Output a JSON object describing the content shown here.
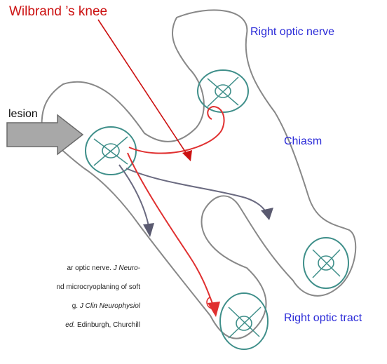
{
  "labels": {
    "wilbrand": "Wilbrand ’s knee",
    "right_optic_nerve": "Right optic nerve",
    "chiasm": "Chiasm",
    "right_optic_tract": "Right optic tract",
    "lesion": "lesion"
  },
  "references": [
    {
      "pre": "ar optic nerve. ",
      "em": "J Neuro-",
      "post": ""
    },
    {
      "pre": "nd microcryoplaning of soft",
      "em": "",
      "post": ""
    },
    {
      "pre": "g. ",
      "em": "J Clin Neurophysiol",
      "post": ""
    },
    {
      "pre": "",
      "em": "ed.",
      "post": " Edinburgh, Churchill"
    }
  ],
  "colors": {
    "title_red": "#cc1111",
    "label_blue": "#2b2bd8",
    "outline": "#888888",
    "fiber_red": "#e03030",
    "fiber_dark": "#6a6a80",
    "nerve_section": "#3f8f8a",
    "arrow_fill": "#a8a8a8"
  }
}
